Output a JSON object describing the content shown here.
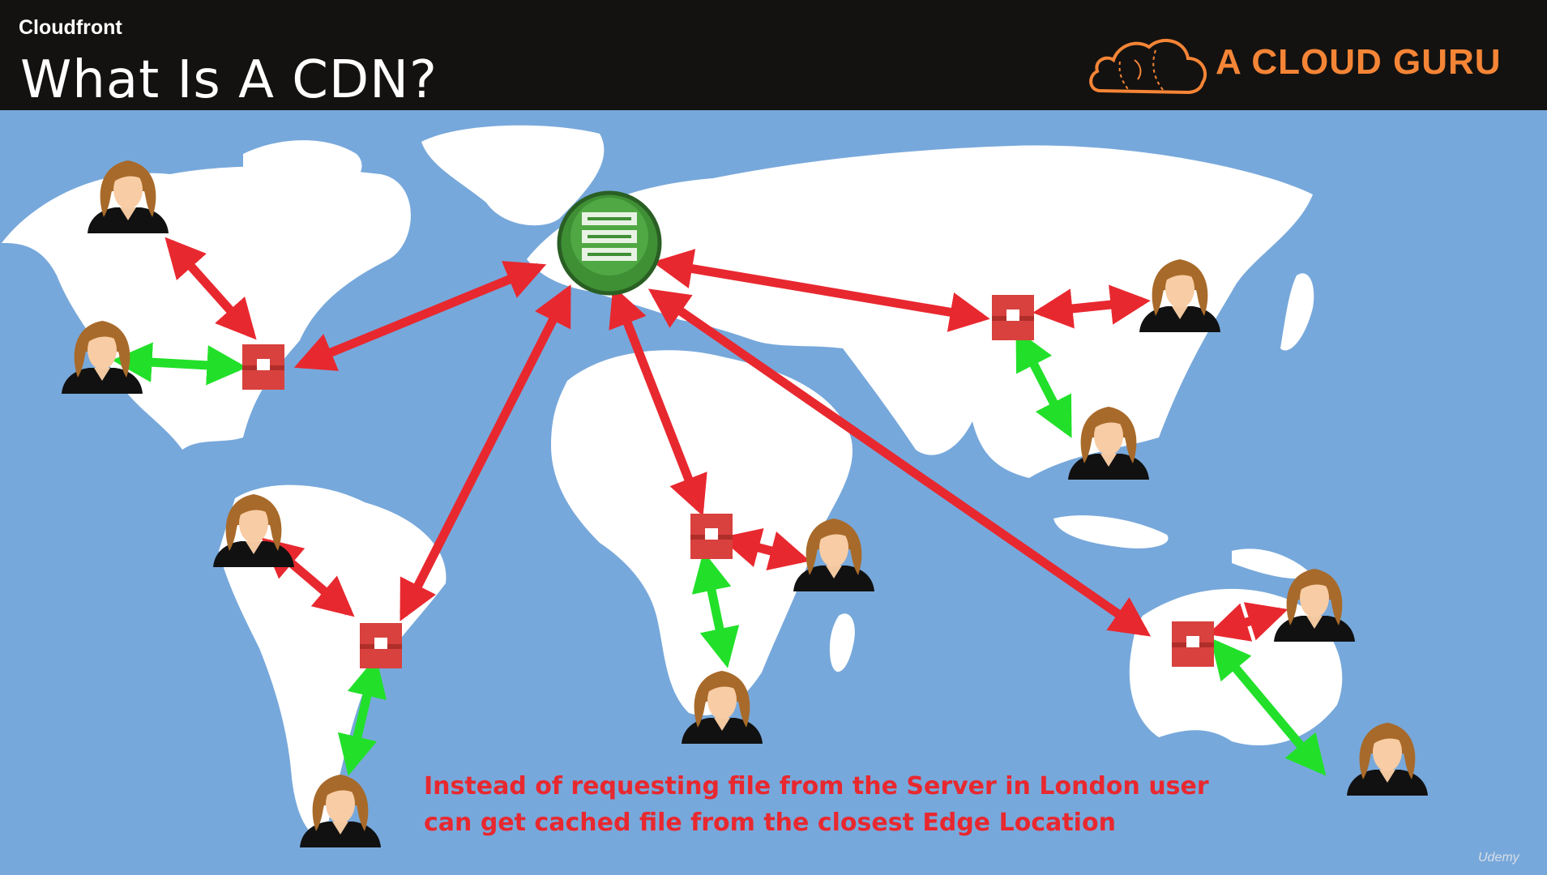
{
  "header": {
    "section_label": "Cloudfront",
    "title": "What Is A CDN?",
    "brand_name": "A CLOUD GURU"
  },
  "caption": {
    "line1": "Instead of requesting file from the Server in London user",
    "line2": "can get cached file from the closest Edge Location"
  },
  "watermark": "Udemy",
  "colors": {
    "header_bg": "#141210",
    "ocean": "#77a8db",
    "land": "#ffffff",
    "origin_link": "#e8282f",
    "edge_link": "#22e02a",
    "edge_box": "#d8413d",
    "origin_server": "#3f8f35",
    "brand": "#f58536"
  },
  "icons": [
    "cloud-logo-icon",
    "server-icon",
    "edge-location-icon",
    "user-icon"
  ]
}
